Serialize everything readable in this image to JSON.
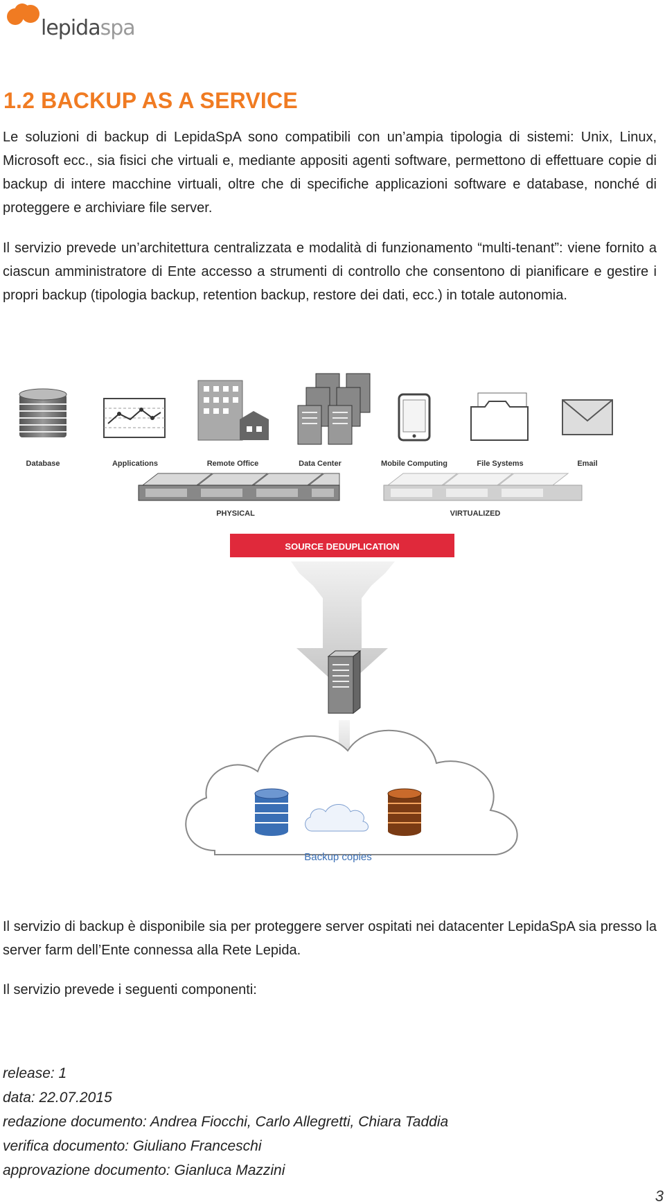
{
  "logo": {
    "part1": "lepida",
    "part2": "spa"
  },
  "heading": "1.2 BACKUP AS A SERVICE",
  "paragraphs": {
    "p1": "Le soluzioni di backup di LepidaSpA sono compatibili con un’ampia tipologia di sistemi: Unix, Linux, Microsoft ecc., sia fisici che virtuali e, mediante appositi agenti software, permettono di effettuare copie di backup di intere macchine virtuali, oltre che di specifiche applicazioni software e database, nonché di proteggere e archiviare file server.",
    "p2": "Il servizio prevede un’architettura centralizzata e modalità di funzionamento “multi-tenant”: viene fornito a ciascun amministratore di Ente accesso a strumenti di controllo che consentono di pianificare e gestire i propri backup (tipologia backup, retention backup, restore dei dati, ecc.) in totale autonomia.",
    "p3": "Il servizio di backup è disponibile sia per proteggere server ospitati nei datacenter LepidaSpA sia presso la server farm dell’Ente connessa alla Rete Lepida.",
    "p4": "Il servizio prevede i seguenti componenti:"
  },
  "diagram": {
    "sources": [
      "Database",
      "Applications",
      "Remote Office",
      "Data Center",
      "Mobile Computing",
      "File Systems",
      "Email"
    ],
    "physical_label": "PHYSICAL",
    "virtualized_label": "VIRTUALIZED",
    "dedup_label": "SOURCE DEDUPLICATION",
    "backup_label": "Backup copies",
    "colors": {
      "dedup_red": "#e0293b",
      "cloud_blue": "#3a6fb5",
      "backup_label_blue": "#3a6fb5"
    }
  },
  "meta": {
    "release": "release: 1",
    "data": "data: 22.07.2015",
    "redazione": "redazione documento: Andrea Fiocchi, Carlo Allegretti, Chiara Taddia",
    "verifica": "verifica documento: Giuliano Franceschi",
    "approvazione": "approvazione documento: Gianluca Mazzini"
  },
  "page_number": "3"
}
